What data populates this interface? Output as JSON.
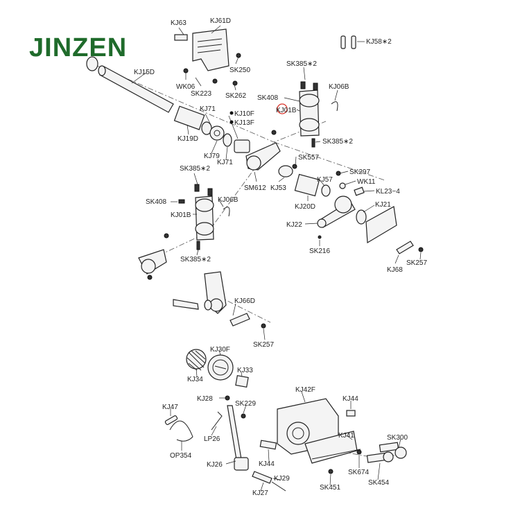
{
  "brand": {
    "logo_text": "JINZEN",
    "logo_color": "#1f6b2b",
    "highlight_color": "#d9342b"
  },
  "parts": {
    "kj63": "KJ63",
    "kj61d": "KJ61D",
    "sk250": "SK250",
    "wk06": "WK06",
    "sk223": "SK223",
    "sk262": "SK262",
    "kj15d": "KJ15D",
    "kj58": "KJ58∗2",
    "sk385_top": "SK385∗2",
    "kj06b_top": "KJ06B",
    "sk408_top": "SK408",
    "kj01b_top": "KJ01B",
    "sk385_top2": "SK385∗2",
    "kj71_a": "KJ71",
    "kj10f": "KJ10F",
    "kj13f": "KJ13F",
    "kj19d": "KJ19D",
    "kj79": "KJ79",
    "kj71_b": "KJ71",
    "sk557": "SK557",
    "sm612": "SM612",
    "kj53": "KJ53",
    "sk297": "SK297",
    "wk11": "WK11",
    "kl23": "KL23−4",
    "kj57": "KJ57",
    "kj20d": "KJ20D",
    "kj21": "KJ21",
    "kj22": "KJ22",
    "sk216": "SK216",
    "sk385_mid": "SK385∗2",
    "sk408_mid": "SK408",
    "kj06b_mid": "KJ06B",
    "kj01b_mid": "KJ01B",
    "sk385_mid2": "SK385∗2",
    "kj68": "KJ68",
    "sk257_a": "SK257",
    "kj66d": "KJ66D",
    "sk257_b": "SK257",
    "kj30f": "KJ30F",
    "kj34": "KJ34",
    "kj33": "KJ33",
    "kj28": "KJ28",
    "sk229": "SK229",
    "kj47": "KJ47",
    "lp26": "LP26",
    "op354": "OP354",
    "kj26": "KJ26",
    "kj42f": "KJ42F",
    "kj44_a": "KJ44",
    "kj41": "KJ41",
    "sk300": "SK300",
    "kj44_b": "KJ44",
    "sk674": "SK674",
    "sk454": "SK454",
    "kj29": "KJ29",
    "kj27": "KJ27",
    "sk451": "SK451"
  }
}
